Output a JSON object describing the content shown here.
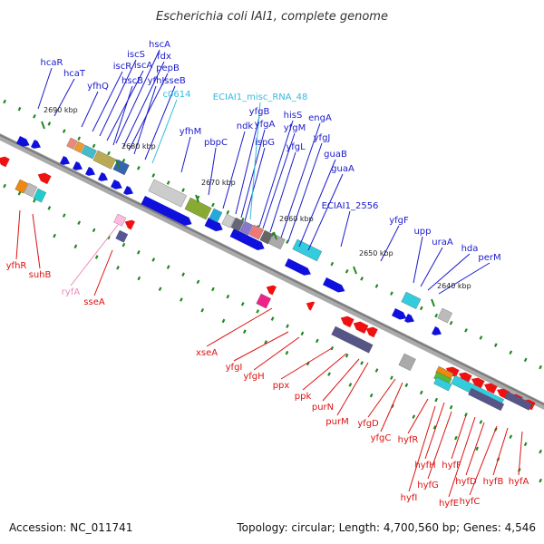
{
  "title": "Escherichia coli IAI1, complete genome",
  "footer": {
    "accession": "Accession: NC_011741",
    "summary": "Topology: circular; Length: 4,700,560 bp; Genes: 4,546"
  },
  "colors": {
    "plus_label": "#1a1acc",
    "minus_label": "#dd1111",
    "rna_label": "#44aadd",
    "misc_label": "#33bbdd",
    "pink_label": "#ee88bb",
    "plus_arrow": "#1010dd",
    "minus_arrow": "#ee1111",
    "backbone": "#8a8a8a",
    "tick": "#228822"
  },
  "kbp_ticks": [
    {
      "label": "2690 kbp",
      "icon": "tick-mark"
    },
    {
      "label": "2680 kbp",
      "icon": "tick-mark"
    },
    {
      "label": "2670 kbp",
      "icon": "tick-mark"
    },
    {
      "label": "2660 kbp",
      "icon": "tick-mark"
    },
    {
      "label": "2650 kbp",
      "icon": "tick-mark"
    },
    {
      "label": "2640 kbp",
      "icon": "tick-mark"
    }
  ],
  "plus_genes": [
    "hcaR",
    "hcaT",
    "yfhQ",
    "iscR",
    "iscS",
    "iscA",
    "hscA",
    "fdx",
    "pepB",
    "hscB",
    "yfhJ",
    "sseB",
    "c0614",
    "yfhM",
    "pbpC",
    "ndk",
    "yfgB",
    "yfgA",
    "ispG",
    "hisS",
    "yfgM",
    "yfgL",
    "engA",
    "ECIAI1_misc_RNA_48",
    "yfgJ",
    "guaB",
    "guaA",
    "ECIAI1_2556",
    "yfgF",
    "upp",
    "uraA",
    "hda",
    "perM"
  ],
  "minus_genes": [
    "yfhR",
    "suhB",
    "ryfA",
    "sseA",
    "xseA",
    "yfgI",
    "yfgH",
    "ppx",
    "ppk",
    "purN",
    "purM",
    "yfgD",
    "yfgC",
    "hyfR",
    "hyfH",
    "hyfI",
    "hyfG",
    "hyfF",
    "hyfE",
    "hyfD",
    "hyfC",
    "hyfB",
    "hyfA"
  ]
}
